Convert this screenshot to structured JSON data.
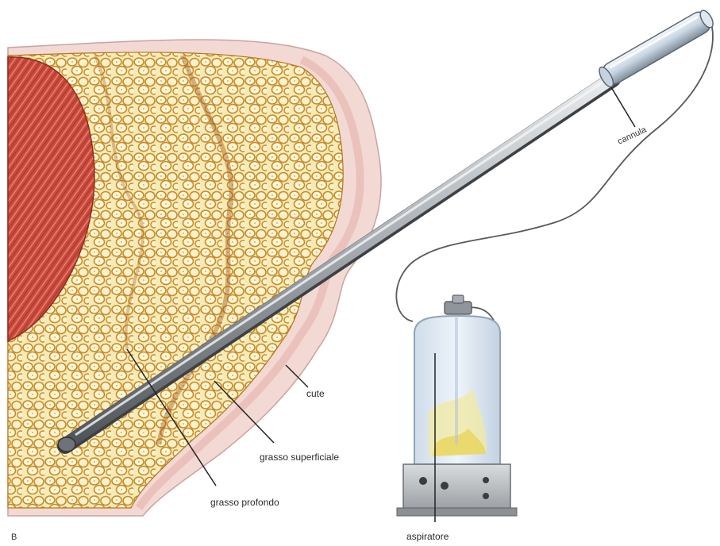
{
  "figure": {
    "panel_letter": "B",
    "colors": {
      "background": "#ffffff",
      "muscle": "#c94a3c",
      "fat_fill": "#f6ebb6",
      "fat_septa": "#b8741d",
      "skin": "#f3d9d4",
      "metal": "#9ea3a8",
      "jar_glass": "#dfe9f2",
      "base": "#b9bcbf"
    },
    "icons": [
      "cannula-icon",
      "aspirator-jar-icon",
      "tubing-icon"
    ]
  },
  "labels": {
    "cannula": "cannula",
    "cute": "cute",
    "grasso_superficiale": "grasso superficiale",
    "grasso_profondo": "grasso profondo",
    "aspiratore": "aspiratore"
  }
}
